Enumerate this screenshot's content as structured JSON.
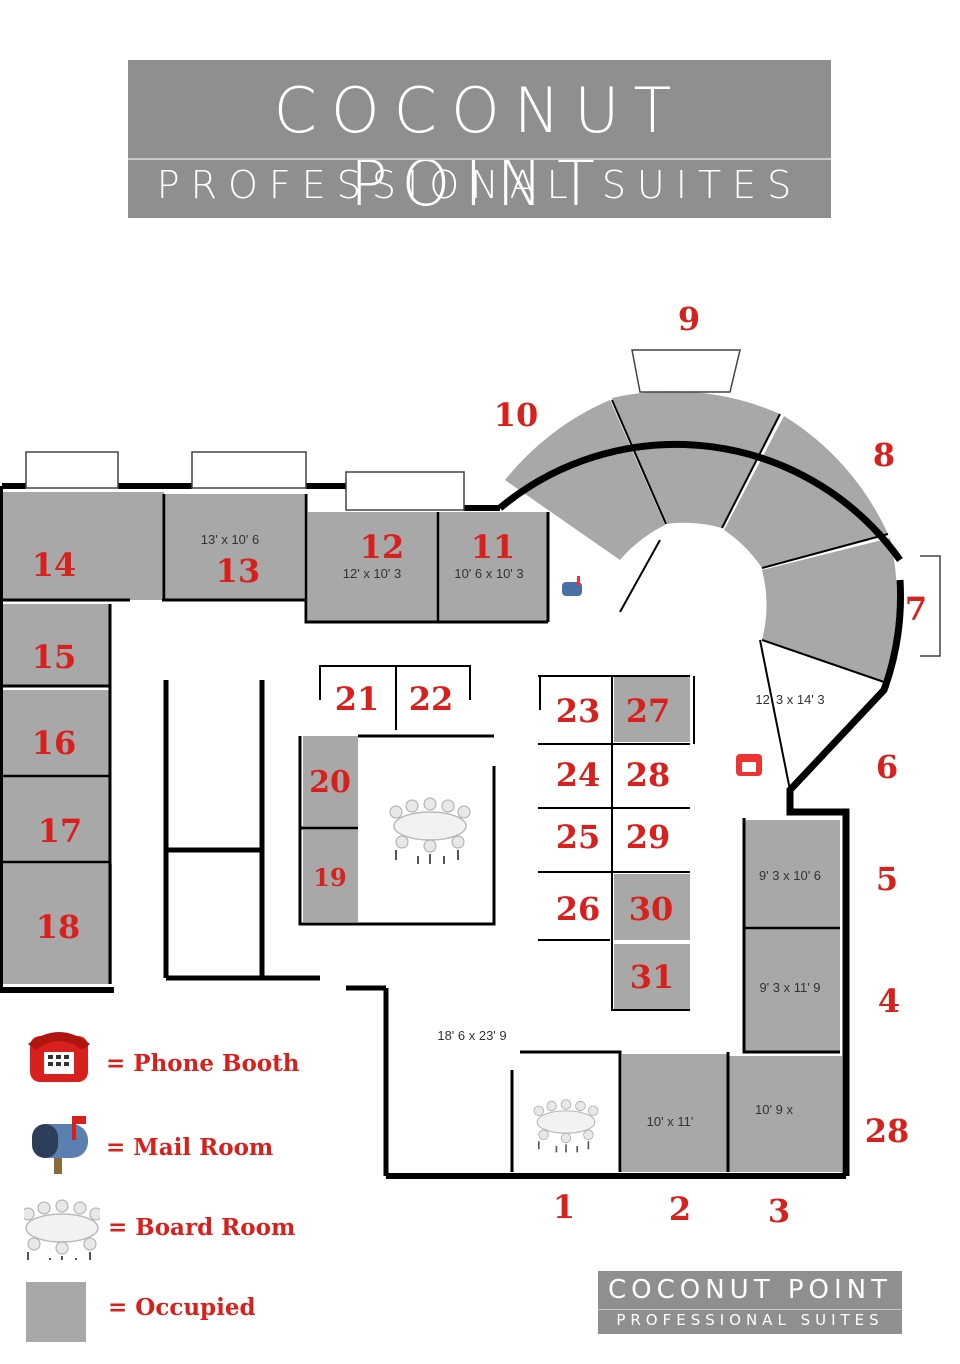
{
  "header": {
    "title_line1": "COCONUT POINT",
    "title_line2": "PROFESSIONAL SUITES"
  },
  "footer_logo": {
    "line1": "COCONUT POINT",
    "line2": "PROFESSIONAL SUITES"
  },
  "colors": {
    "occupied": "#a8a8a8",
    "wall": "#000000",
    "label": "#d8201c",
    "banner": "#8f8f8f"
  },
  "suites": {
    "s1": "1",
    "s2": "2",
    "s3": "3",
    "s4": "4",
    "s5": "5",
    "s6": "6",
    "s7": "7",
    "s8": "8",
    "s9": "9",
    "s10": "10",
    "s11": "11",
    "s12": "12",
    "s13": "13",
    "s14": "14",
    "s15": "15",
    "s16": "16",
    "s17": "17",
    "s18": "18",
    "s19": "19",
    "s20": "20",
    "s21": "21",
    "s22": "22",
    "s23": "23",
    "s24": "24",
    "s25": "25",
    "s26": "26",
    "s27": "27",
    "s28": "28",
    "s29": "29",
    "s30": "30",
    "s31": "31",
    "s28b": "28"
  },
  "dimensions": {
    "d13": "13' x 10' 6",
    "d12": "12' x 10' 3",
    "d11": "10' 6 x 10' 3",
    "d6": "12' 3 x 14' 3",
    "d5": "9' 3 x 10' 6",
    "d4": "9' 3 x 11' 9",
    "dlobby": "18' 6 x 23' 9",
    "d2": "10' x 11'",
    "d3": "10' 9 x"
  },
  "legend": [
    {
      "icon": "phone-icon",
      "label": "= Phone Booth"
    },
    {
      "icon": "mailbox-icon",
      "label": "= Mail Room"
    },
    {
      "icon": "board-room-icon",
      "label": "= Board Room"
    },
    {
      "icon": "occupied-swatch",
      "label": "= Occupied"
    }
  ]
}
